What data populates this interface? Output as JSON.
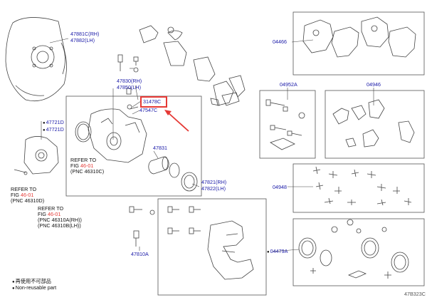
{
  "colors": {
    "part_number": "#1a1aa8",
    "text": "#111111",
    "highlight": "#e53935",
    "line": "#444444",
    "box": "#555555"
  },
  "labels": {
    "p47881c": "47881C(RH)",
    "p47882": "47882(LH)",
    "p04466": "04466",
    "p47830": "47830(RH)",
    "p47850": "47850(LH)",
    "p31478c": "31478C",
    "p47547c": "47547C",
    "p04952a": "04952A",
    "p04946": "04946",
    "p47721d_1": "47721D",
    "p47721d_2": "47721D",
    "p47831": "47831",
    "p47821": "47821(RH)",
    "p47822": "47822(LH)",
    "p04948": "04948",
    "p47810a": "47810A",
    "p04479a": "04479A",
    "ref1_line1": "REFER TO",
    "ref1_fig_prefix": "FIG ",
    "ref1_fig": "46-01",
    "ref1_pnc": "(PNC 46310C)",
    "ref2_line1": "REFER TO",
    "ref2_fig_prefix": "FIG ",
    "ref2_fig": "46-01",
    "ref2_pnc": "(PNC 46310D)",
    "ref3_line1": "REFER TO",
    "ref3_fig_prefix": "FIG ",
    "ref3_fig": "46-01",
    "ref3_pnc_rh": "(PNC 46310A(RH))",
    "ref3_pnc_lh": "(PNC 46310B(LH))",
    "legend_cn": "再使用不可部品",
    "legend_en": "Non-reusable part",
    "diagram_id": "47B323C"
  },
  "icons": [
    "brake-dust-shield-icon",
    "brake-pad-icon",
    "caliper-icon",
    "piston-icon",
    "seal-ring-icon",
    "bolt-icon",
    "clip-icon",
    "shim-icon",
    "arrow-icon"
  ]
}
